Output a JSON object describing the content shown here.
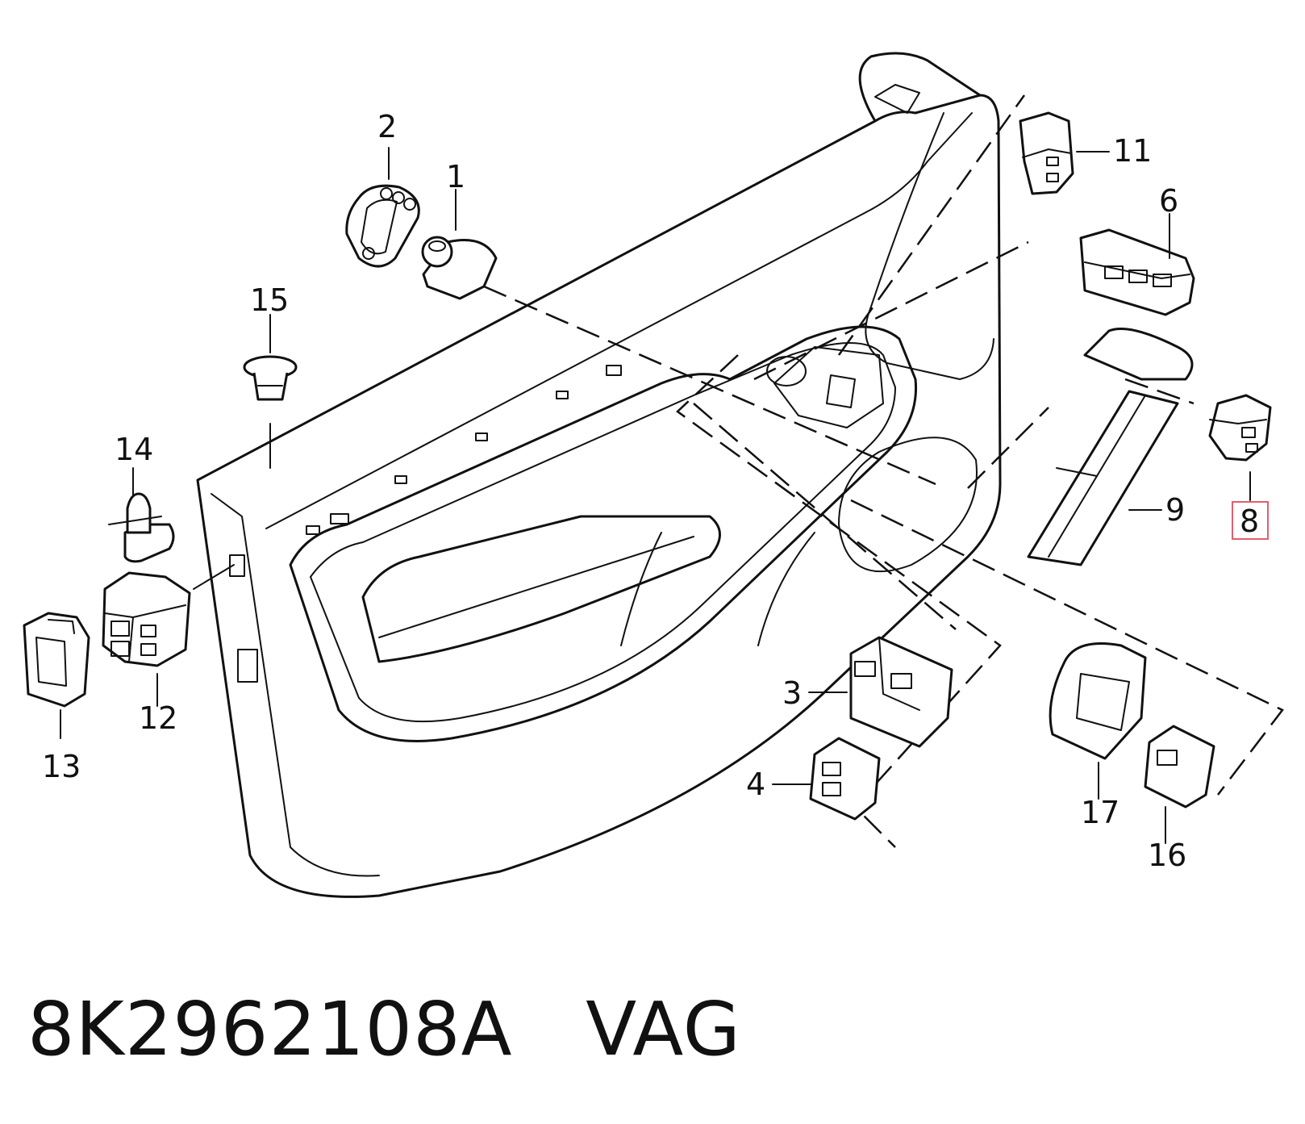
{
  "callouts": {
    "c1": "1",
    "c2": "2",
    "c3": "3",
    "c4": "4",
    "c6": "6",
    "c8": "8",
    "c9": "9",
    "c11": "11",
    "c12": "12",
    "c13": "13",
    "c14": "14",
    "c15": "15",
    "c16": "16",
    "c17": "17"
  },
  "highlighted_callout": "8",
  "caption": {
    "part_number": "8K2962108A",
    "brand": "VAG"
  }
}
